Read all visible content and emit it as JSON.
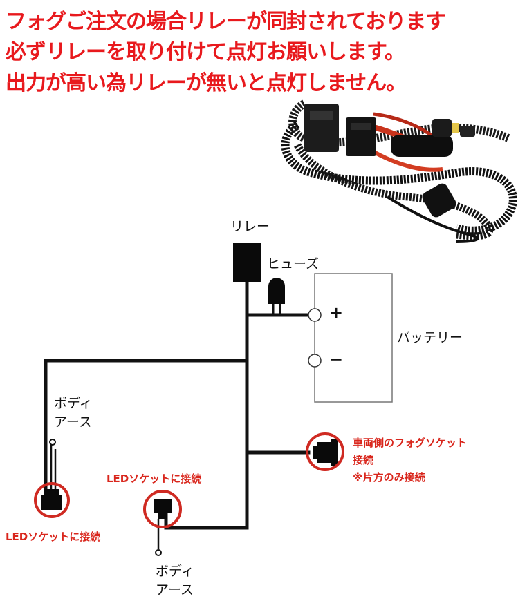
{
  "notice": {
    "line1": "フォグご注文の場合リレーが同封されております",
    "line2": "必ずリレーを取り付けて点灯お願いします。",
    "line3": "出力が高い為リレーが無いと点灯しません。"
  },
  "labels": {
    "relay": "リレー",
    "fuse": "ヒューズ",
    "plus": "+",
    "minus": "−",
    "battery": "バッテリー",
    "body_earth_left_1": "ボディ",
    "body_earth_left_2": "アース",
    "body_earth_bottom_1": "ボディ",
    "body_earth_bottom_2": "アース",
    "led_socket_top": "LEDソケットに接続",
    "led_socket_left": "LEDソケットに接続",
    "vehicle_socket_1": "車両側のフォグソケット",
    "vehicle_socket_2": "接続",
    "vehicle_socket_3": "※片方のみ接続"
  },
  "colors": {
    "notice_red": "#e8191d",
    "annotation_red": "#d9261c",
    "wire": "#111111",
    "battery_outline": "#777777"
  },
  "icons": {
    "relay": "relay-box-icon",
    "fuse": "fuse-icon",
    "harness_photo": "wiring-harness-photo"
  }
}
